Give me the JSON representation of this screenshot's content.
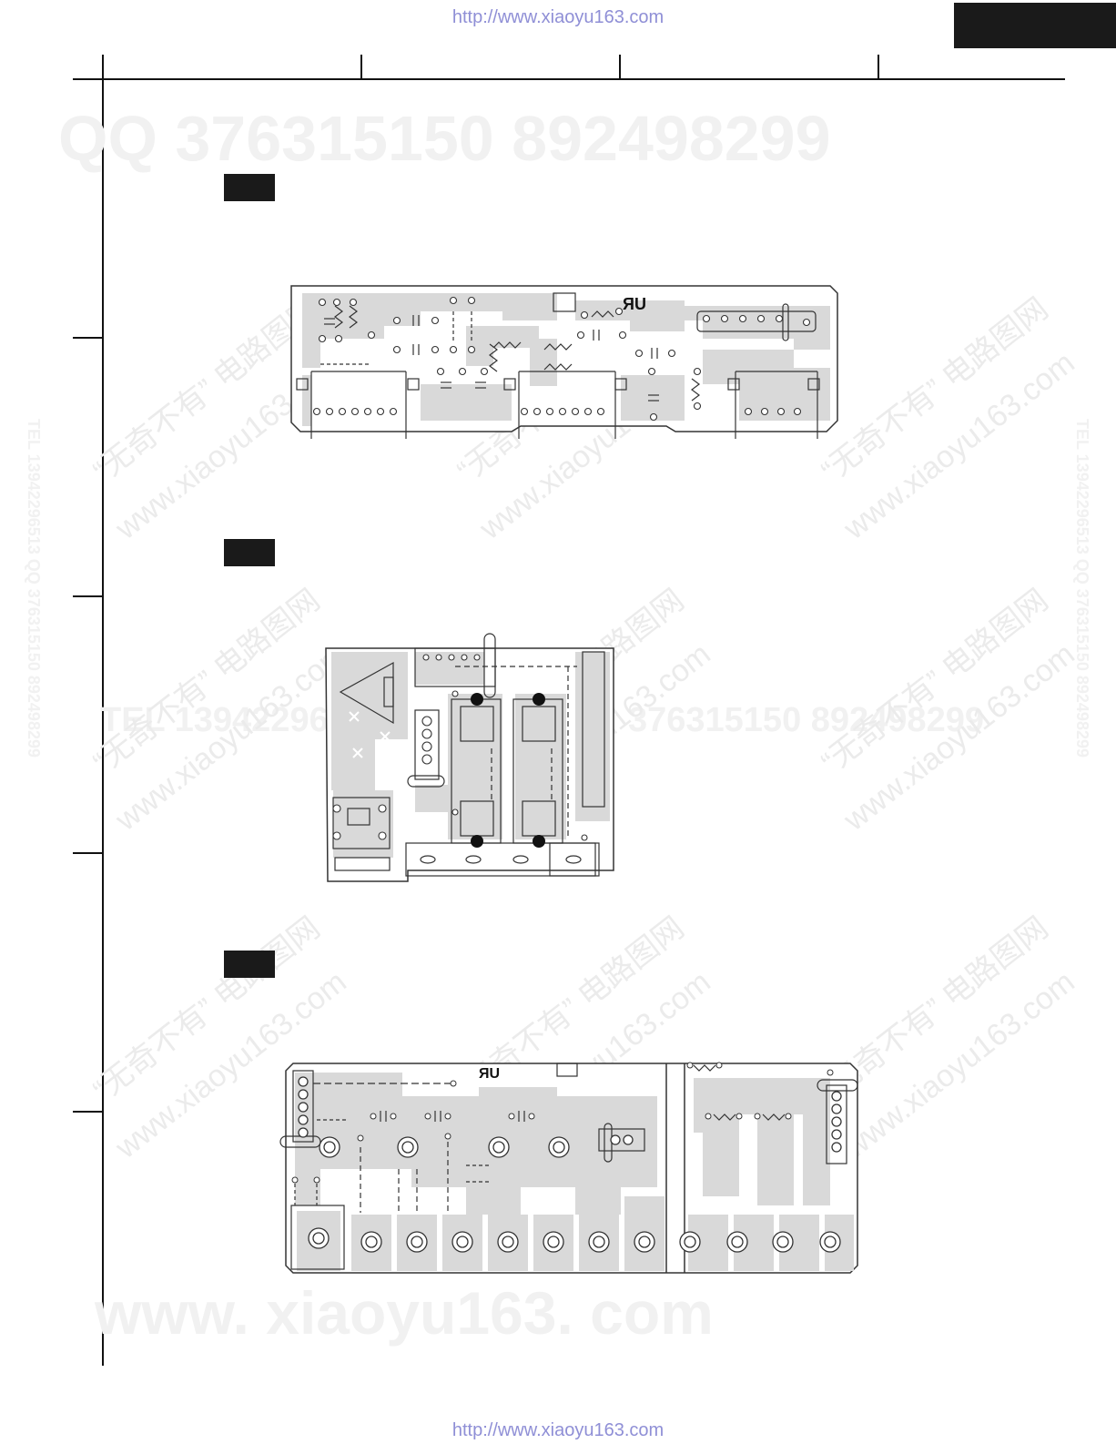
{
  "header": {
    "url_top": "http://www.xiaoyu163.com"
  },
  "footer": {
    "url_bottom": "http://www.xiaoyu163.com"
  },
  "watermarks": {
    "qq_line": "QQ 376315150      892498299",
    "site_big": "www. xiaoyu163. com",
    "diag_1": "“无奇不有” 电路图网",
    "diag_2": "www.xiaoyu163.com",
    "tel_line": "TEL 13942296513",
    "qq_mid": "376315150  892498299",
    "vert_left": "TEL 13942296513   QQ 376315150   892498299",
    "vert_right": "TEL 13942296513   QQ 376315150   892498299"
  },
  "colors": {
    "copper": "#d9d9d9",
    "outline": "#333333",
    "tab": "#1a1a1a",
    "url": "#8f8fd6"
  }
}
